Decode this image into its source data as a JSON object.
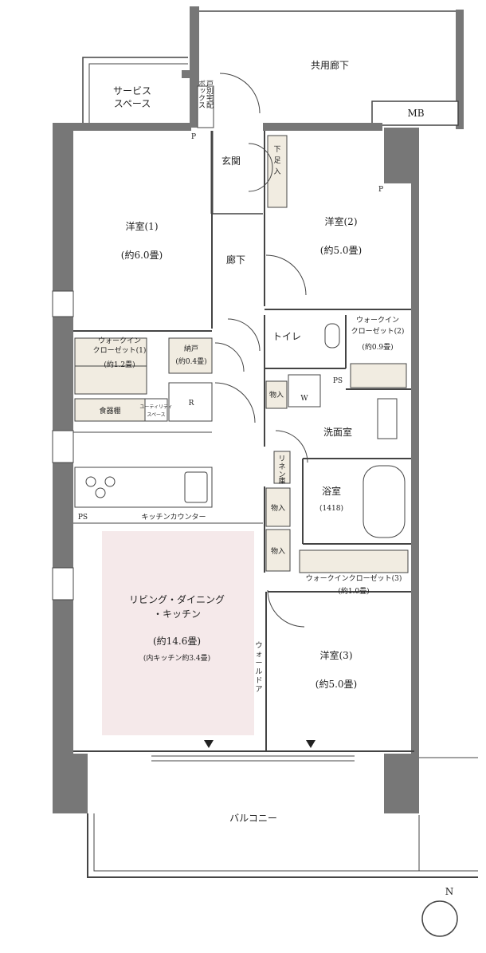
{
  "rooms": {
    "common_corridor": "共用廊下",
    "service_space": {
      "line1": "サービス",
      "line2": "スペース"
    },
    "delivery_box": {
      "col1": "戸別宅配",
      "col2": "ボックス"
    },
    "mb": "MB",
    "entrance": "玄関",
    "shoe_closet": {
      "char1": "下",
      "char2": "足",
      "char3": "入"
    },
    "room1": {
      "name": "洋室(1)",
      "size": "(約6.0畳)"
    },
    "room2": {
      "name": "洋室(2)",
      "size": "(約5.0畳)"
    },
    "room3": {
      "name": "洋室(3)",
      "size": "(約5.0畳)"
    },
    "hallway": "廊下",
    "toilet": "トイレ",
    "wic1": {
      "line1": "ウォークイン",
      "line2": "クローゼット(1)",
      "size": "(約1.2畳)"
    },
    "wic2": {
      "line1": "ウォークイン",
      "line2": "クローゼット(2)",
      "size": "(約0.9畳)"
    },
    "wic3": {
      "name": "ウォークインクローゼット(3)",
      "size": "(約1.0畳)"
    },
    "storage": {
      "name": "納戸",
      "size": "(約0.4畳)"
    },
    "refrigerator": "R",
    "cupboard": "食器棚",
    "utility": {
      "line1": "ユーティリティ",
      "line2": "スペース"
    },
    "storage_small": "物入",
    "washer": "W",
    "ps": "PS",
    "washroom": "洗面室",
    "linen": {
      "char1": "リ",
      "char2": "ネ",
      "char3": "ン",
      "char4": "庫"
    },
    "bathroom": {
      "name": "浴室",
      "size": "(1418)"
    },
    "kitchen_counter": "キッチンカウンター",
    "ldk": {
      "line1": "リビング・ダイニング",
      "line2": "・キッチン",
      "size": "(約14.6畳)",
      "note": "(内キッチン約3.4畳)"
    },
    "wall_door": {
      "char1": "ウ",
      "char2": "ォ",
      "char3": "ー",
      "char4": "ル",
      "char5": "ド",
      "char6": "ア"
    },
    "balcony": "バルコニー",
    "pipe_p": "P",
    "north": "N"
  },
  "colors": {
    "wall": "#777777",
    "fixture_fill": "#f1ece1",
    "ldk_tint": "#f5e9ea",
    "line": "#444444"
  }
}
